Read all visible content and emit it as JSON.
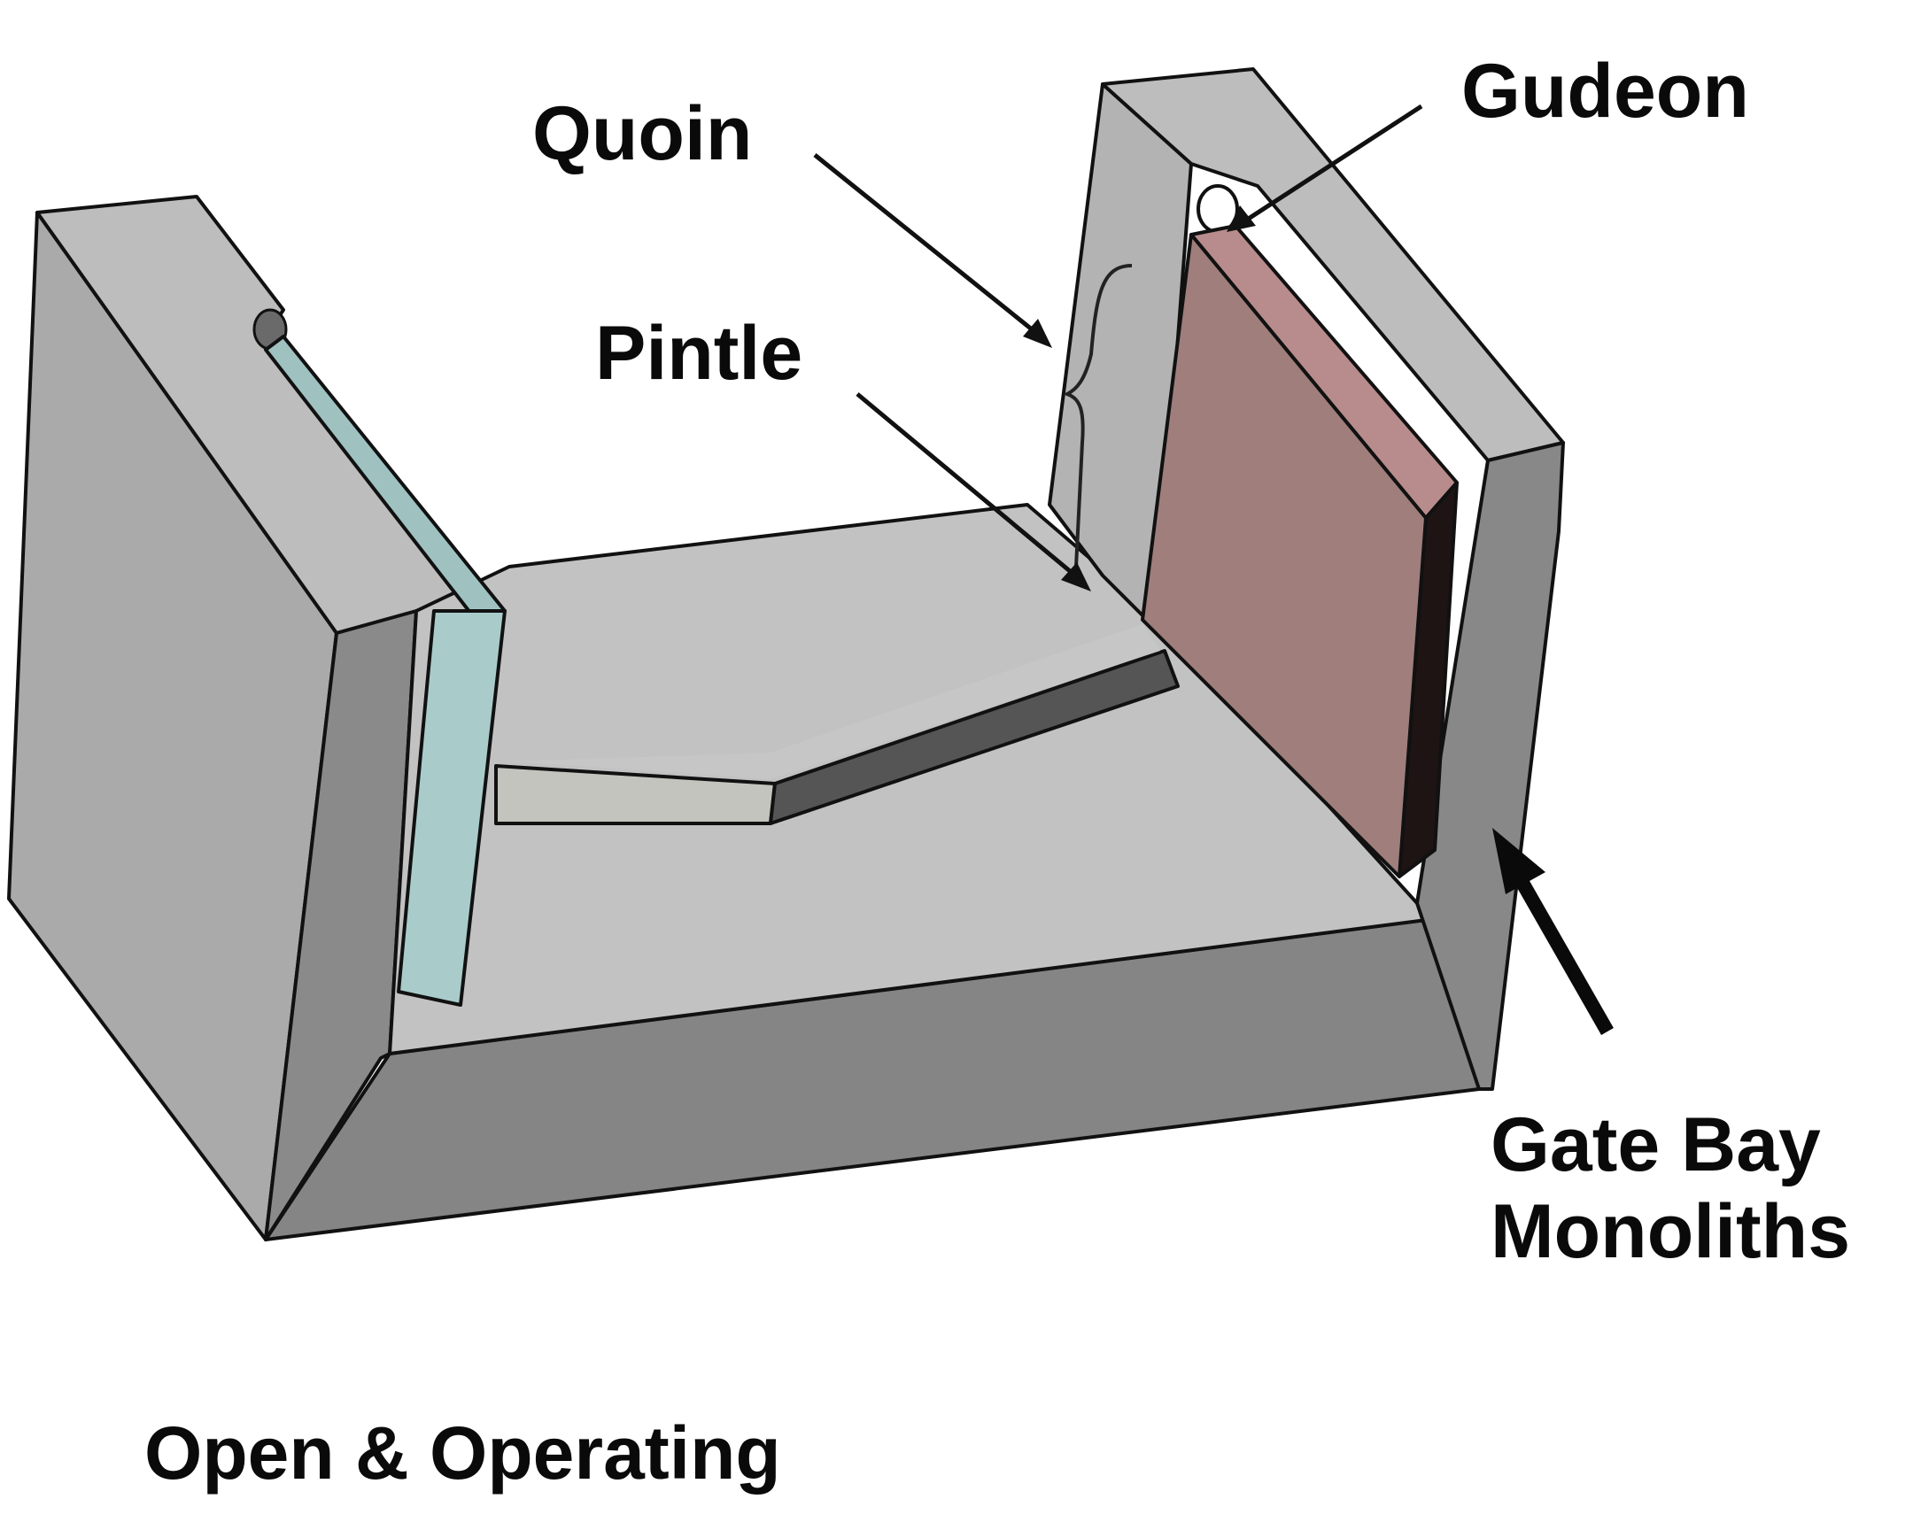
{
  "diagram": {
    "title": "Miter gate lock bay",
    "caption": "Open & Operating",
    "labels": {
      "quoin": "Quoin",
      "gudeon": "Gudeon",
      "pintle": "Pintle",
      "gate_bay_line1": "Gate Bay",
      "gate_bay_line2": "Monoliths"
    },
    "colors": {
      "background": "#ffffff",
      "monolith_top": "#bfbfbf",
      "monolith_side_light": "#a9a9a9",
      "monolith_side_dark": "#8a8a8a",
      "floor": "#c4c4c4",
      "open_gate_leaf": "#a9cccb",
      "closed_gate_leaf": "#9f7e7c",
      "closed_gate_edge": "#b88c8c",
      "sill_top": "#c0c3bb",
      "sill_dark": "#555555",
      "outline": "#111111"
    }
  }
}
